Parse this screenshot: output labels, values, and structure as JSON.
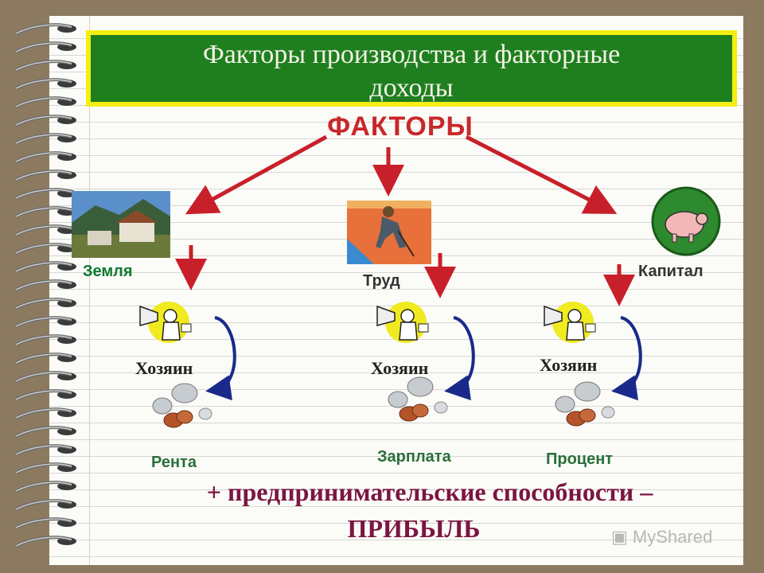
{
  "title_line1": "Факторы производства и факторные",
  "title_line2": "доходы",
  "factors_heading": "ФАКТОРЫ",
  "factors": [
    {
      "name": "Земля",
      "owner": "Хозяин",
      "income": "Рента"
    },
    {
      "name": "Труд",
      "owner": "Хозяин",
      "income": "Зарплата"
    },
    {
      "name": "Капитал",
      "owner": "Хозяин",
      "income": "Процент"
    }
  ],
  "bottom_line1": "+ предпринимательские способности –",
  "bottom_line2": "ПРИБЫЛЬ",
  "watermark": "MyShared",
  "colors": {
    "arrow": "#c8202a",
    "title_bg": "#1f7f1f",
    "title_border": "#f4ee12",
    "accent": "#7a1642"
  }
}
